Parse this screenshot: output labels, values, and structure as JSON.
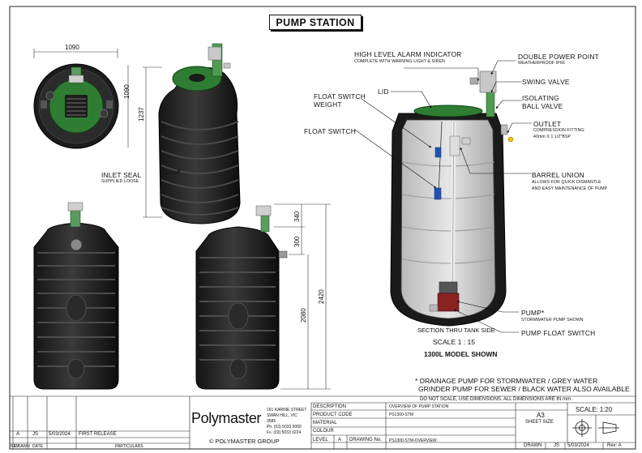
{
  "title": "PUMP STATION",
  "callouts": {
    "high_level_alarm": "HIGH LEVEL ALARM INDICATOR",
    "high_level_alarm_sub": "COMPLETE WITH WARNING LIGHT & SIREN",
    "double_power_point": "DOUBLE POWER POINT",
    "double_power_point_sub": "WEATHERPROOF IP66",
    "lid": "LID",
    "swing_valve": "SWING VALVE",
    "isolating_ball_valve_1": "ISOLATING",
    "isolating_ball_valve_2": "BALL VALVE",
    "float_switch_weight_1": "FLOAT SWITCH",
    "float_switch_weight_2": "WEIGHT",
    "outlet": "OUTLET",
    "outlet_sub_1": "COMPRESSION FITTING:",
    "outlet_sub_2": "40mm X 1 1/2\"BSP",
    "float_switch": "FLOAT SWITCH",
    "barrel_union": "BARREL UNION",
    "barrel_union_sub_1": "ALLOWS FOR QUICK DISMANTLE",
    "barrel_union_sub_2": "AND EASY MAINTENANCE OF PUMP",
    "inlet_seal": "INLET SEAL",
    "inlet_seal_sub": "SUPPLIED LOOSE",
    "pump": "PUMP*",
    "pump_sub": "STORMWATER PUMP SHOWN",
    "pump_float_switch": "PUMP FLOAT SWITCH",
    "section": "SECTION THRU TANK SIDE",
    "scale": "SCALE  1 : 15",
    "model_shown": "1300L MODEL SHOWN"
  },
  "dimensions": {
    "top_width": "1090",
    "top_depth": "1090",
    "iso_height": "1237",
    "upper": "340",
    "mid": "300",
    "inlet_height": "2080",
    "total_height": "2420"
  },
  "notes": {
    "line1": "* DRAINAGE PUMP FOR STORMWATER / GREY WATER",
    "line2": "GRINDER PUMP FOR SEWER / BLACK WATER ALSO AVAILABLE",
    "dims_note": "DO NOT SCALE, USE DIMENSIONS. ALL DIMENSIONS ARE IN mm"
  },
  "title_block": {
    "company": "Polymaster",
    "address_1": "161 KARINE STREET",
    "address_2": "SWAN HILL, VIC",
    "address_3": "3585",
    "phone": "Ph. (03) 5033 9000",
    "fax": "Fx. (03) 5033 0224",
    "copyright": "© POLYMASTER GROUP",
    "description_label": "DESCRIPTION",
    "description_value": "OVERVIEW OF PUMP STATION",
    "product_code_label": "PRODUCT CODE",
    "product_code_value": "PS1300-STM",
    "material_label": "MATERIAL",
    "colour_label": "COLOUR",
    "level_label": "LEVEL",
    "level_value": "A",
    "drawing_no_label": "DRAWING No.",
    "drawing_no_value": "PS1300-STM-OVERVIEW",
    "sheet_size_value": "A3",
    "sheet_size_label": "SHEET SIZE",
    "scale_label": "SCALE:  1:20",
    "drawn_label": "DRAWN",
    "drawn_by": "JS",
    "drawn_date": "5/03/2024",
    "rev_label": "Rev:  A",
    "revision": {
      "rev": "A",
      "drawn": "JS",
      "date": "5/03/2024",
      "particulars": "FIRST RELEASE"
    },
    "rev_headers": [
      "REV",
      "DRAWN",
      "DATE",
      "PARTICULARS"
    ]
  }
}
